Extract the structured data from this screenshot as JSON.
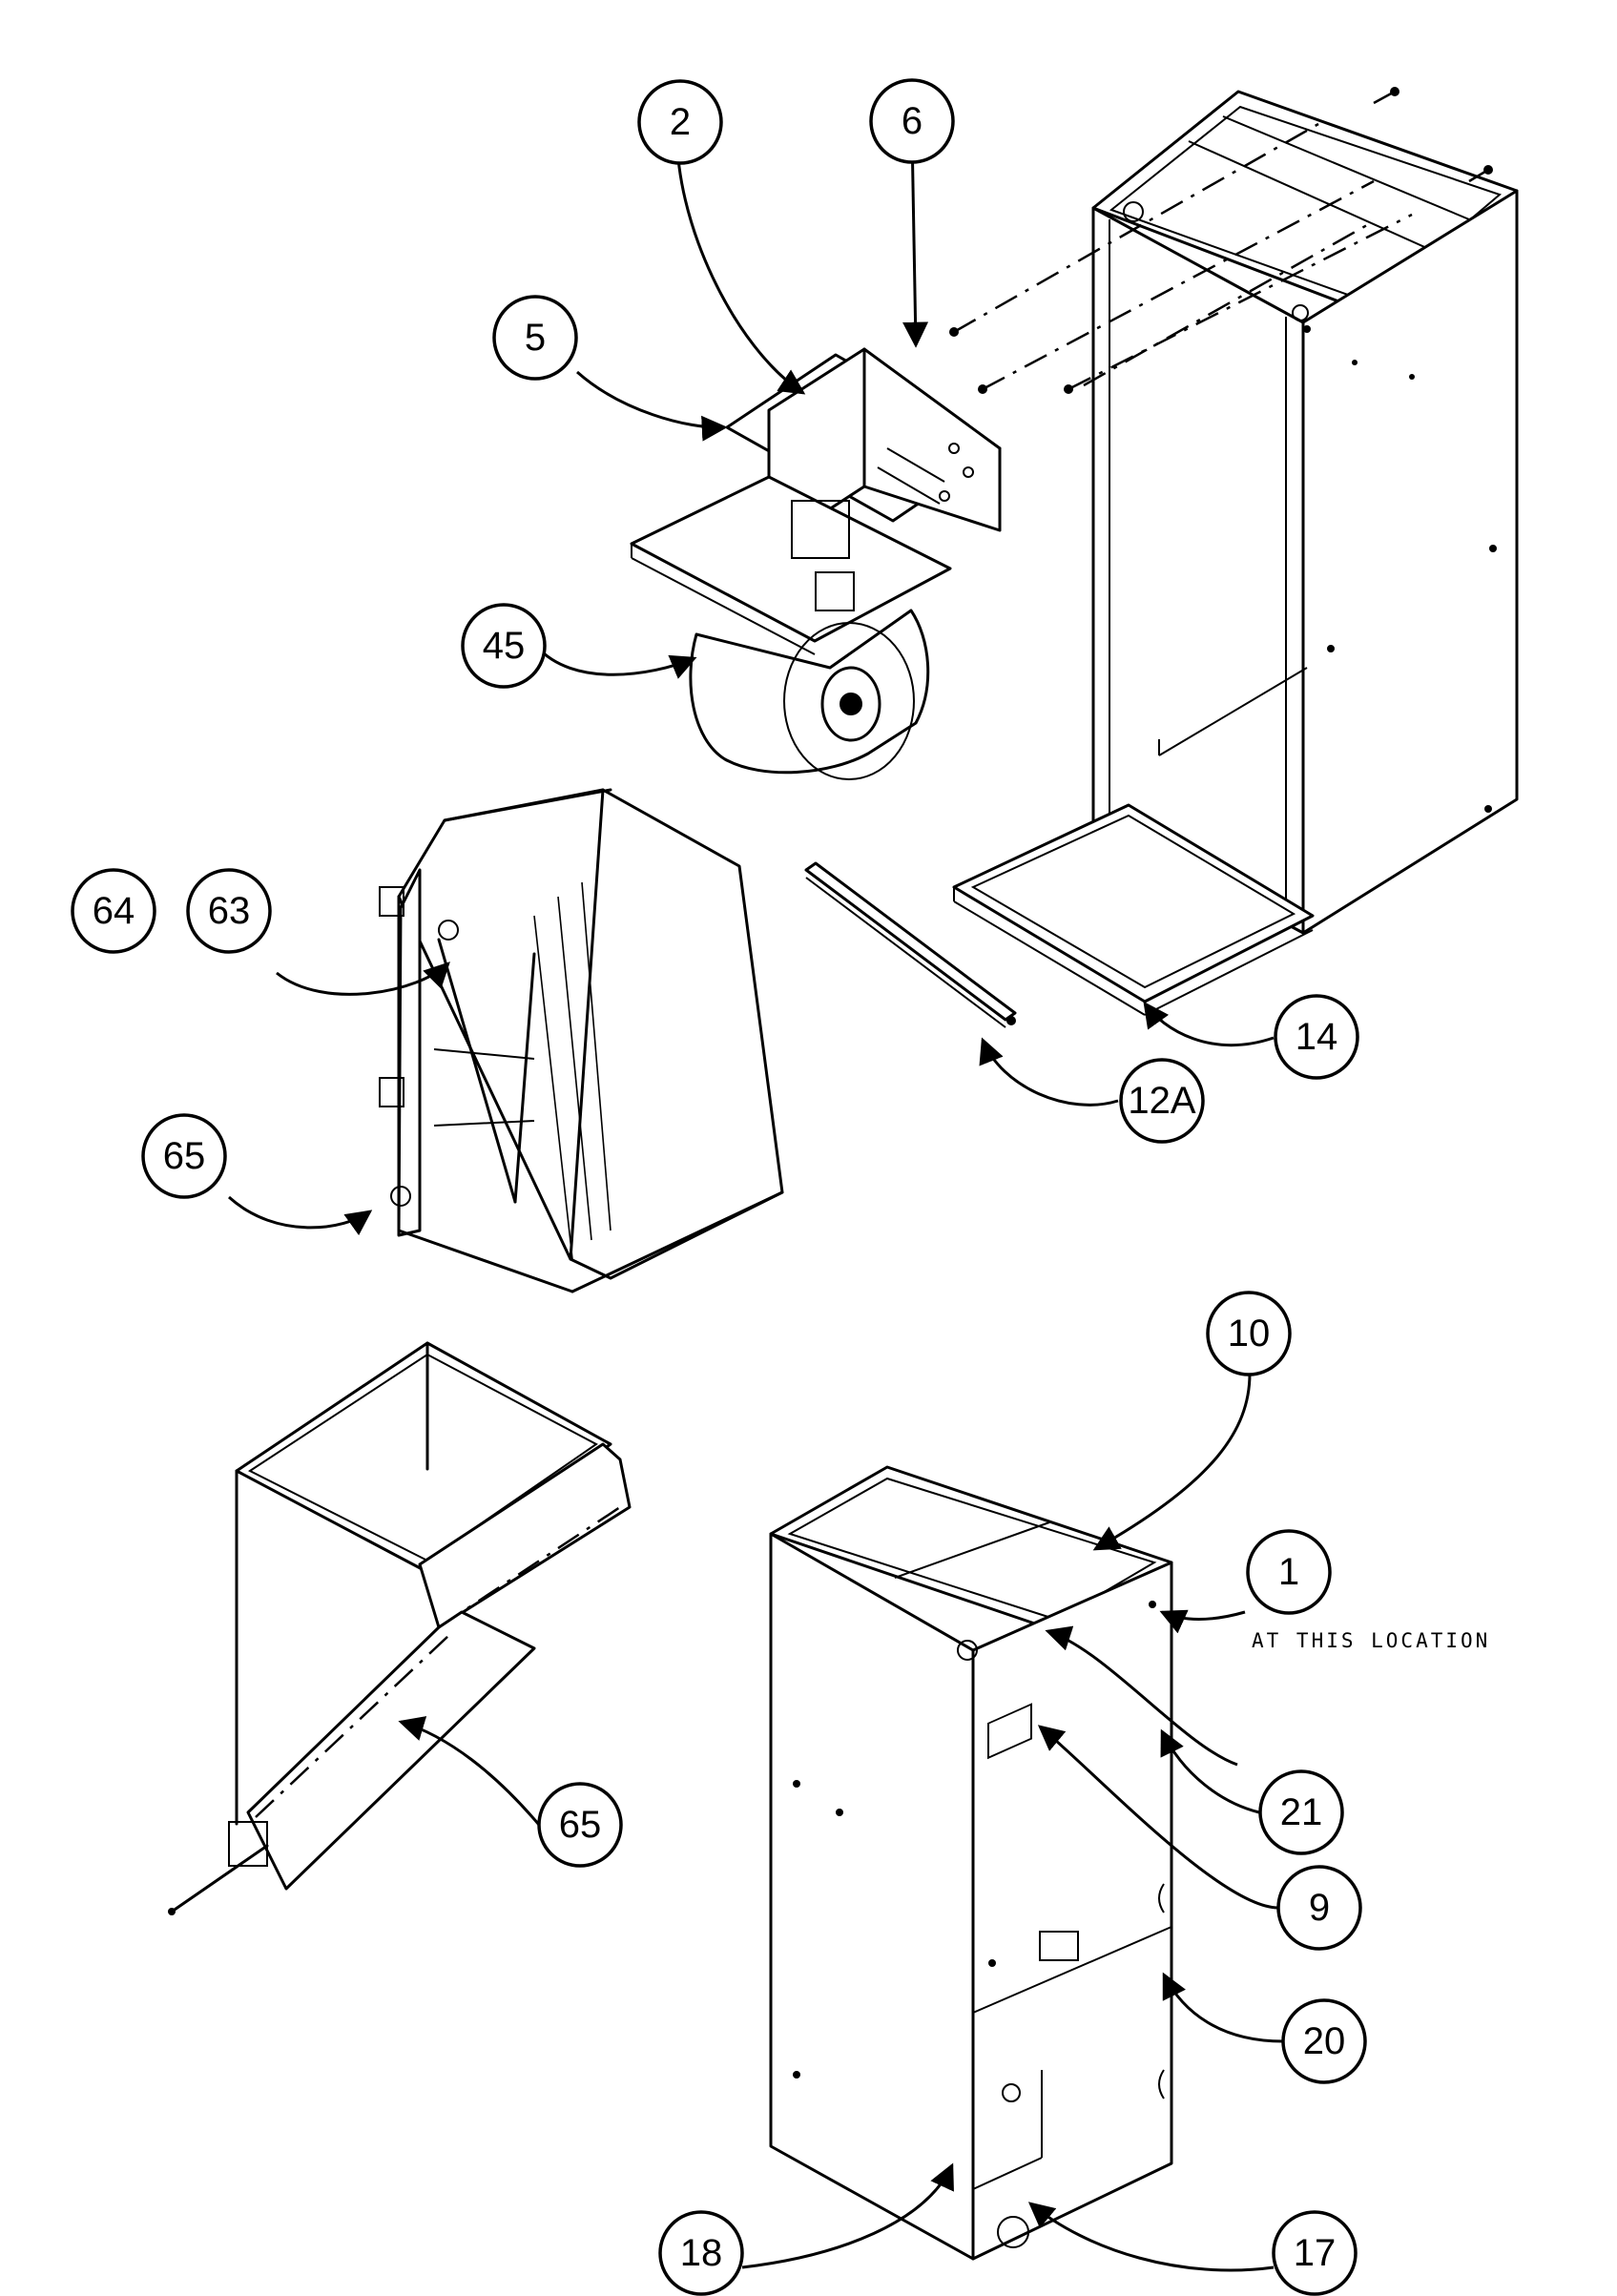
{
  "callouts": [
    {
      "id": "c2",
      "label": "2"
    },
    {
      "id": "c6",
      "label": "6"
    },
    {
      "id": "c5",
      "label": "5"
    },
    {
      "id": "c45",
      "label": "45"
    },
    {
      "id": "c64",
      "label": "64"
    },
    {
      "id": "c63",
      "label": "63"
    },
    {
      "id": "c65a",
      "label": "65"
    },
    {
      "id": "c12a",
      "label": "12A"
    },
    {
      "id": "c14",
      "label": "14"
    },
    {
      "id": "c10",
      "label": "10"
    },
    {
      "id": "c1",
      "label": "1"
    },
    {
      "id": "c21",
      "label": "21"
    },
    {
      "id": "c65b",
      "label": "65"
    },
    {
      "id": "c9",
      "label": "9"
    },
    {
      "id": "c20",
      "label": "20"
    },
    {
      "id": "c18",
      "label": "18"
    },
    {
      "id": "c17",
      "label": "17"
    }
  ],
  "note": "AT THIS LOCATION"
}
